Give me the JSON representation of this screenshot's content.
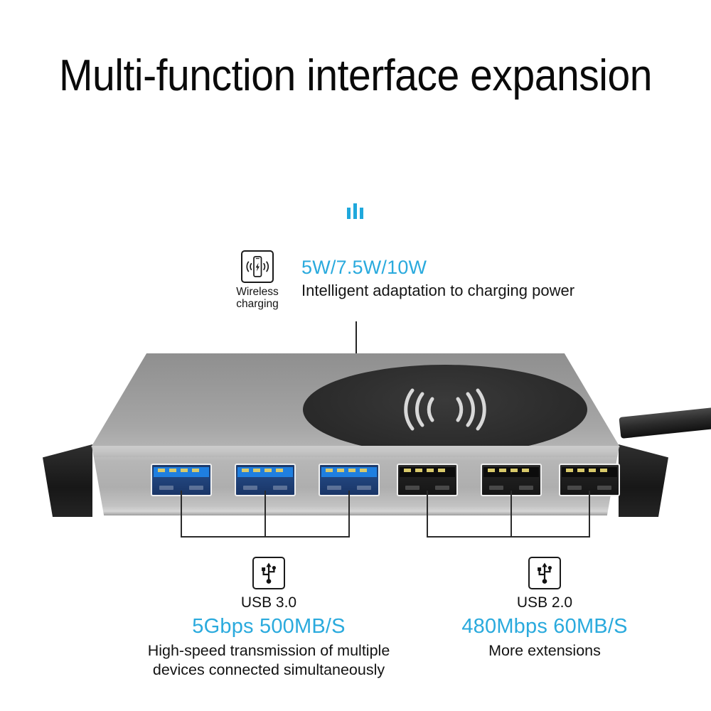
{
  "page": {
    "title": "Multi-function interface expansion",
    "accent_blue": "#2aaadd",
    "body_gray": "#a6a6a6",
    "pad_black": "#2d2d2d",
    "usb3_blue": "#1f7fe0",
    "pin_gold": "#d8c96a"
  },
  "wireless": {
    "icon_name": "wireless-charging-icon",
    "caption_line1": "Wireless",
    "caption_line2": "charging",
    "spec": "5W/7.5W/10W",
    "description": "Intelligent adaptation to charging power"
  },
  "usb3": {
    "icon_name": "usb-icon",
    "label": "USB 3.0",
    "spec": "5Gbps  500MB/S",
    "description_line1": "High-speed transmission of multiple",
    "description_line2": "devices connected simultaneously"
  },
  "usb2": {
    "icon_name": "usb-icon",
    "label": "USB 2.0",
    "spec": "480Mbps  60MB/S",
    "description": "More extensions"
  },
  "device": {
    "name": "usb-hub-device",
    "ports": [
      {
        "type": "usb3",
        "index": 1
      },
      {
        "type": "usb3",
        "index": 2
      },
      {
        "type": "usb3",
        "index": 3
      },
      {
        "type": "usb2",
        "index": 4
      },
      {
        "type": "usb2",
        "index": 5
      },
      {
        "type": "usb2",
        "index": 6
      }
    ],
    "charging_pad_label": "wireless-charging-pad",
    "cable_label": "usb-c-cable"
  }
}
